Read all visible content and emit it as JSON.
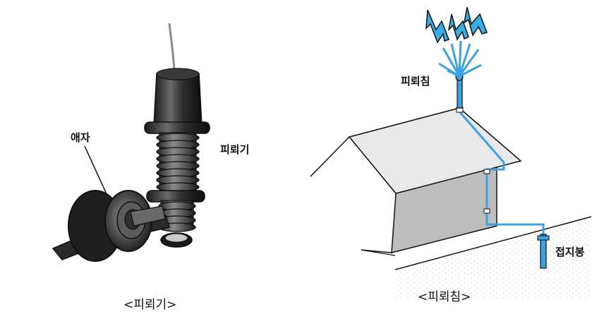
{
  "left_panel": {
    "insulator_label": "애자",
    "arrester_label": "피뢰기",
    "caption": "<피뢰기>"
  },
  "right_panel": {
    "rod_label": "피뢰침",
    "ground_rod_label": "접지봉",
    "caption": "<피뢰침>"
  },
  "colors": {
    "conductor": "#3aa3e3",
    "lightning": "#36aee6",
    "wall": "#bdbdbd",
    "roof": "#e9e9e9",
    "arrester_body": "#3a3a3a",
    "outline": "#111111"
  }
}
